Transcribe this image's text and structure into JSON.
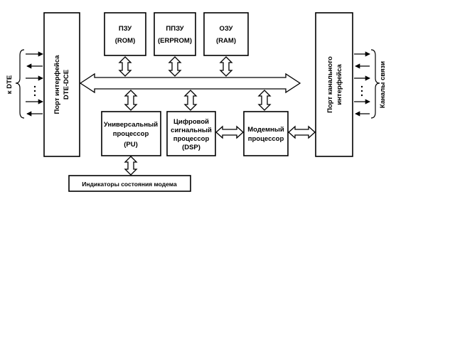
{
  "blocks": {
    "rom": {
      "line1": "ПЗУ",
      "line2": "(ROM)"
    },
    "eprom": {
      "line1": "ППЗУ",
      "line2": "(ERPROM)"
    },
    "ram": {
      "line1": "ОЗУ",
      "line2": "(RAM)"
    },
    "dte_port": {
      "line1": "Порт интерфейса",
      "line2": "DTE-DCE"
    },
    "channel_port": {
      "line1": "Порт канального",
      "line2": "интерфейса"
    },
    "pu": {
      "line1": "Универсальный",
      "line2": "процессор",
      "line3": "(PU)"
    },
    "dsp": {
      "line1": "Цифровой",
      "line2": "сигнальный",
      "line3": "процессор",
      "line4": "(DSP)"
    },
    "modem_proc": {
      "line1": "Модемный",
      "line2": "процессор"
    },
    "indicators": {
      "label": "Индикаторы состояния модема"
    }
  },
  "side_labels": {
    "left": "к DTE",
    "right": "Каналы связи"
  }
}
